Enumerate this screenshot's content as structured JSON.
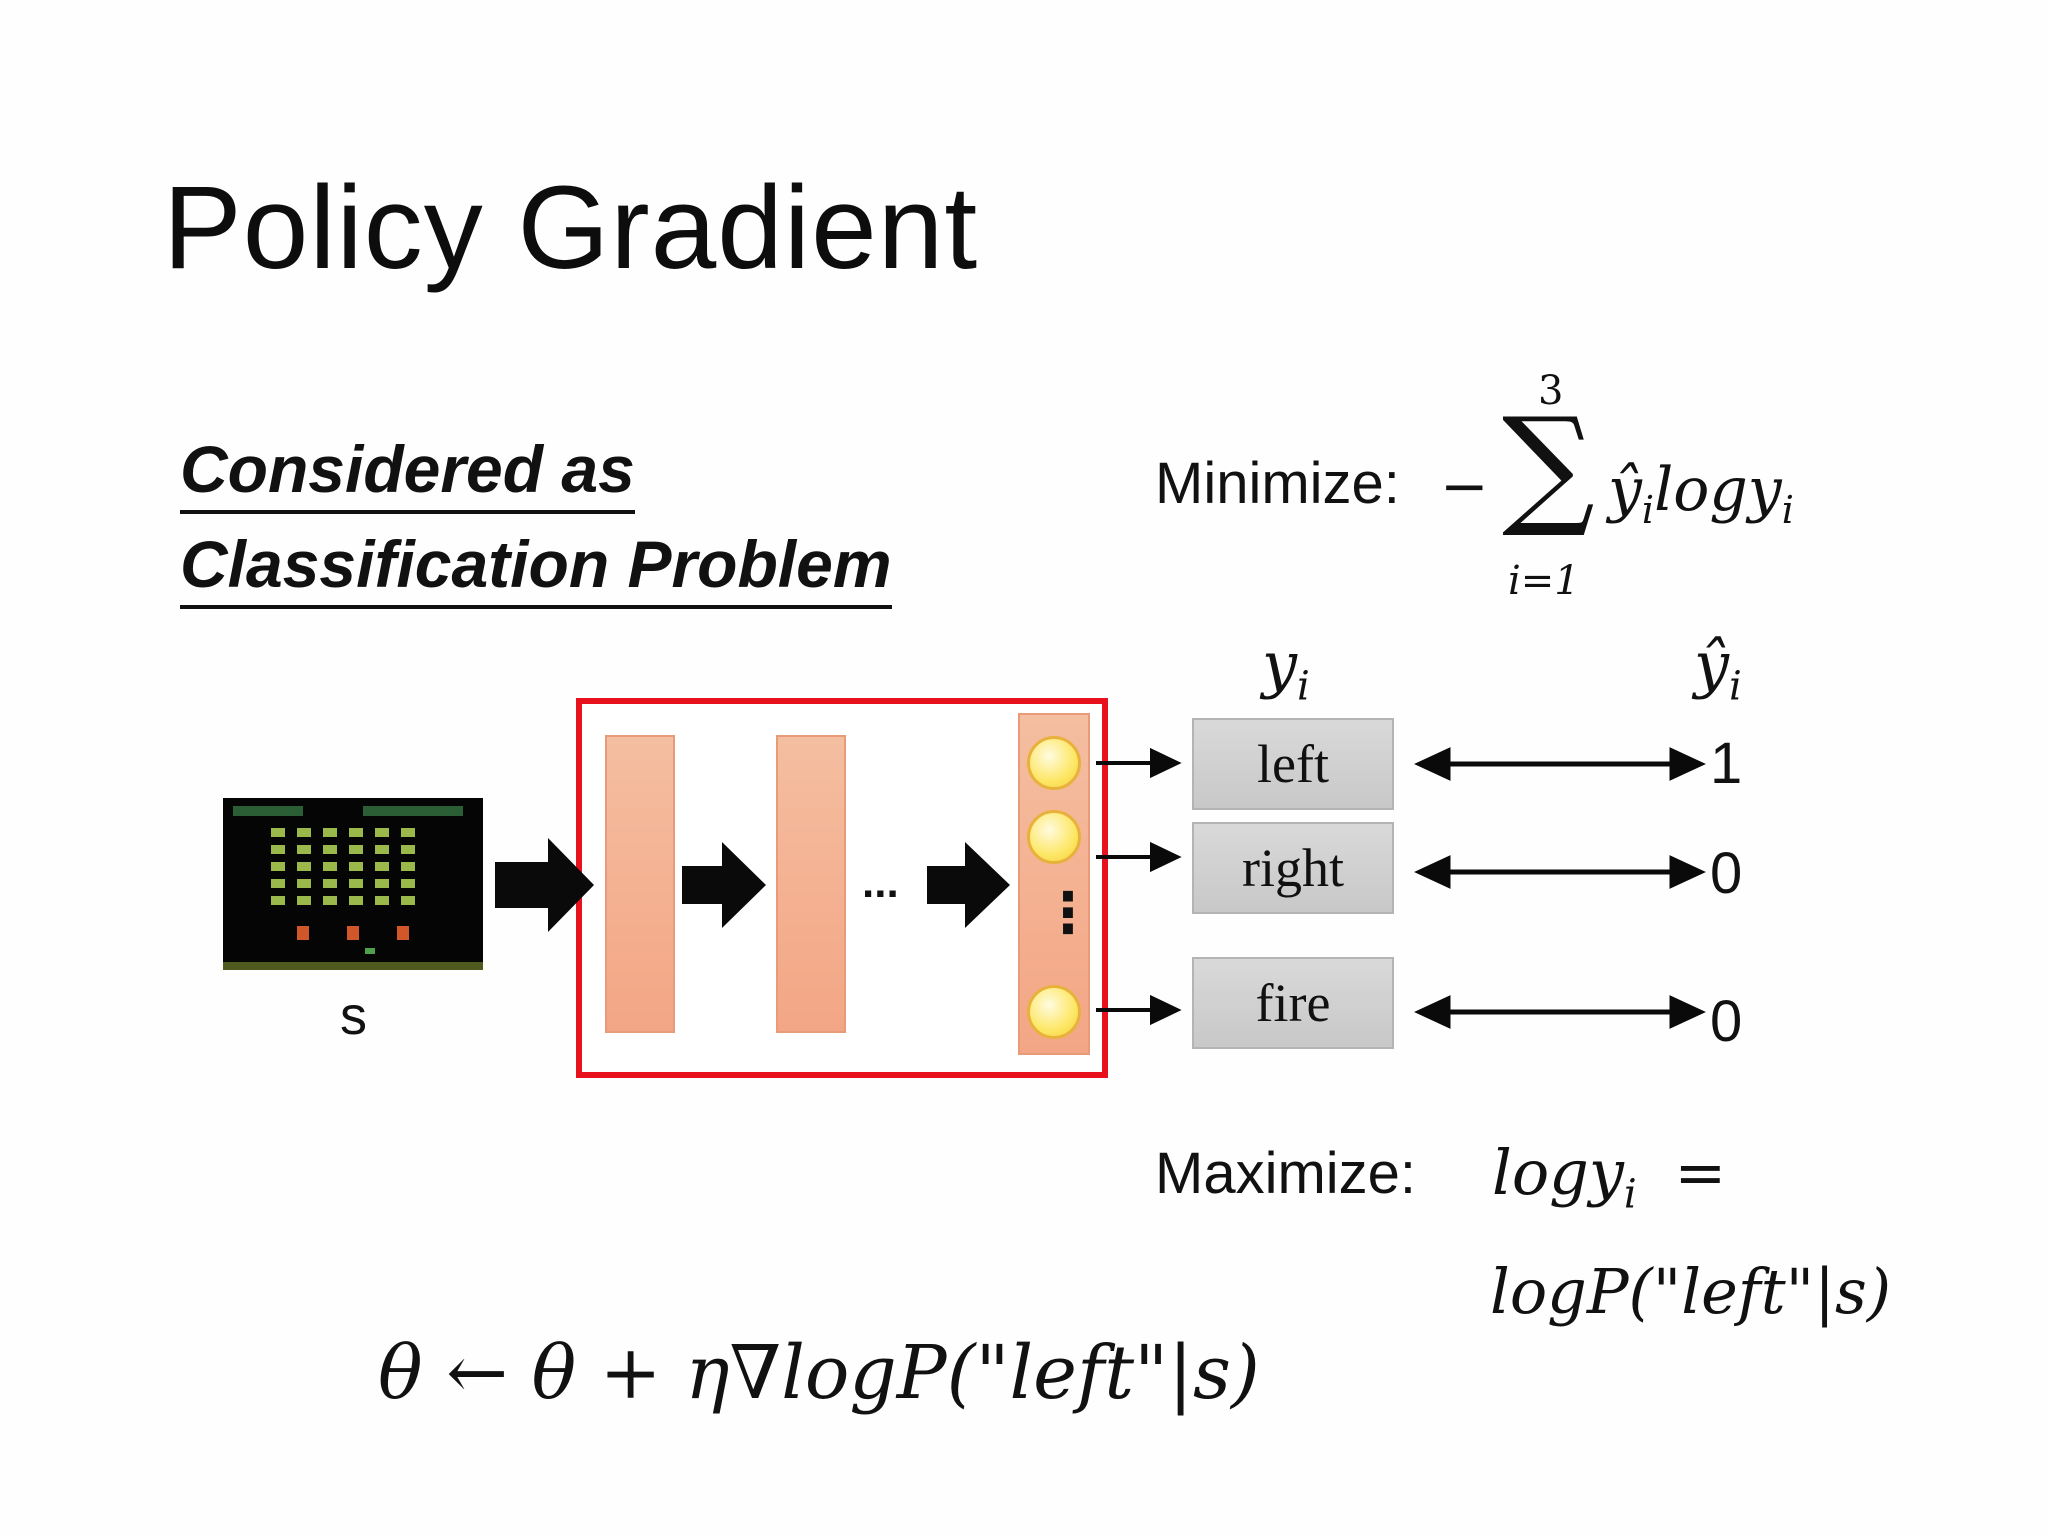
{
  "title": "Policy Gradient",
  "subtitle": {
    "line1": "Considered as",
    "line2": "Classification Problem"
  },
  "minimize": {
    "label": "Minimize:",
    "minus": "−",
    "sum_upper": "3",
    "sum_lower": "i=1",
    "sigma": "∑",
    "term": "ŷ",
    "term_sub": "i",
    "log": "logy",
    "log_sub": "i"
  },
  "column_headers": {
    "output": "y",
    "output_sub": "i",
    "target": "ŷ",
    "target_sub": "i"
  },
  "input_label": "s",
  "network": {
    "ellipsis": "...",
    "vertical_dots": "⋮"
  },
  "actions": [
    {
      "label": "left",
      "target": "1"
    },
    {
      "label": "right",
      "target": "0"
    },
    {
      "label": "fire",
      "target": "0"
    }
  ],
  "maximize": {
    "label": "Maximize:",
    "expr_line1": "logy",
    "expr_line1_sub": "i",
    "equals": "=",
    "expr_line2": "logP(\"left\"|s)"
  },
  "update_rule": "θ ← θ + η∇logP(\"left\"|s)",
  "colors": {
    "highlight_box": "#e8121e",
    "layer_fill": "#f3b093",
    "node_fill": "#fde766",
    "action_box_fill": "#cfcfcf"
  }
}
